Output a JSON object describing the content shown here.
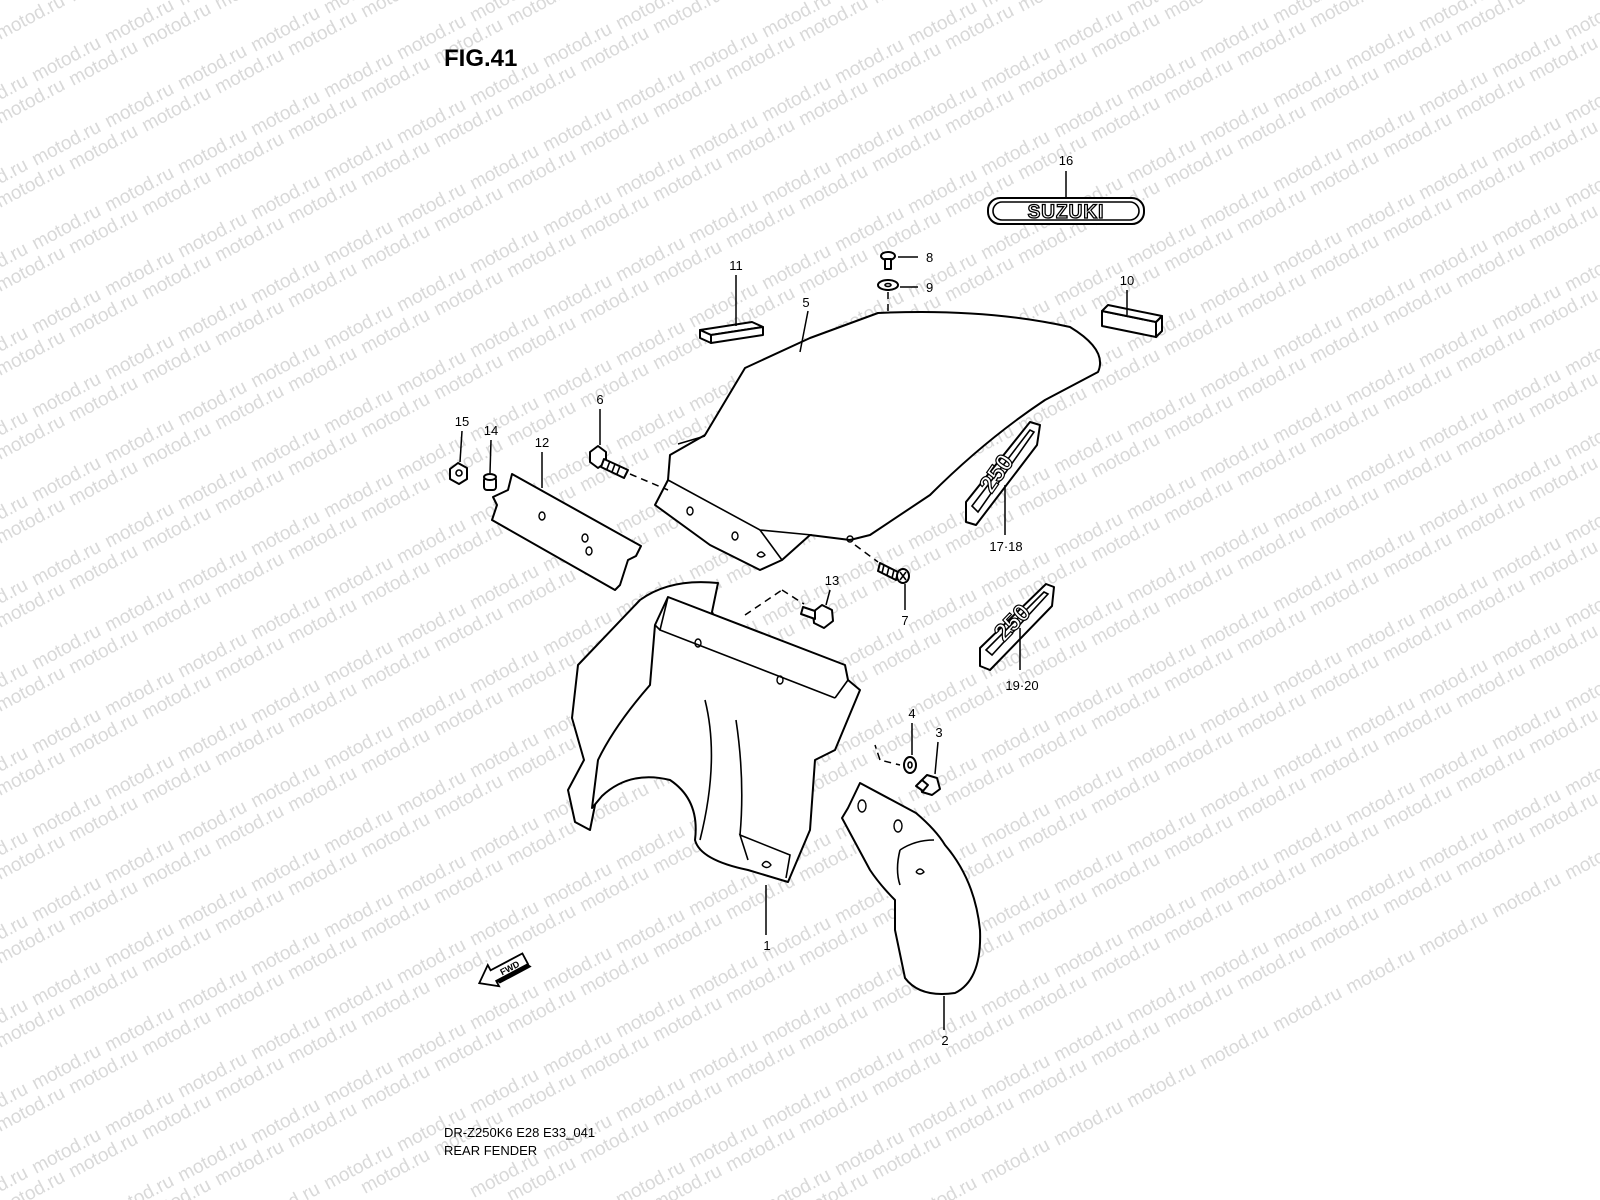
{
  "figure": {
    "title": "FIG.41",
    "model_code": "DR-Z250K6 E28 E33_041",
    "section": "REAR FENDER"
  },
  "watermark": {
    "text": "motod.ru"
  },
  "emblem": {
    "brand": "SUZUKI",
    "displacement": "250"
  },
  "fwd": {
    "label": "FWD"
  },
  "callouts": {
    "p1": "1",
    "p2": "2",
    "p3": "3",
    "p4": "4",
    "p5": "5",
    "p6": "6",
    "p7": "7",
    "p8": "8",
    "p9": "9",
    "p10": "10",
    "p11": "11",
    "p12": "12",
    "p13": "13",
    "p14": "14",
    "p15": "15",
    "p16": "16",
    "p17_18": "17·18",
    "p19_20": "19·20"
  }
}
